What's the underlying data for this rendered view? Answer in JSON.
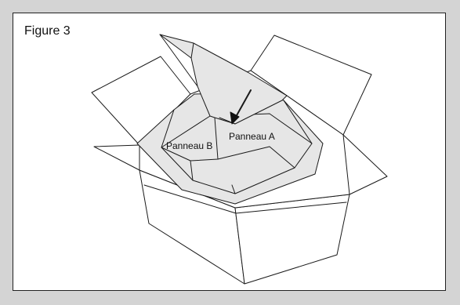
{
  "figure": {
    "title": "Figure 3"
  },
  "labels": {
    "panel_a": "Panneau A",
    "panel_b": "Panneau B"
  },
  "colors": {
    "page_background": "#d4d4d4",
    "frame_background": "#ffffff",
    "liner_fill": "#e6e6e6",
    "outline": "#1a1a1a"
  }
}
